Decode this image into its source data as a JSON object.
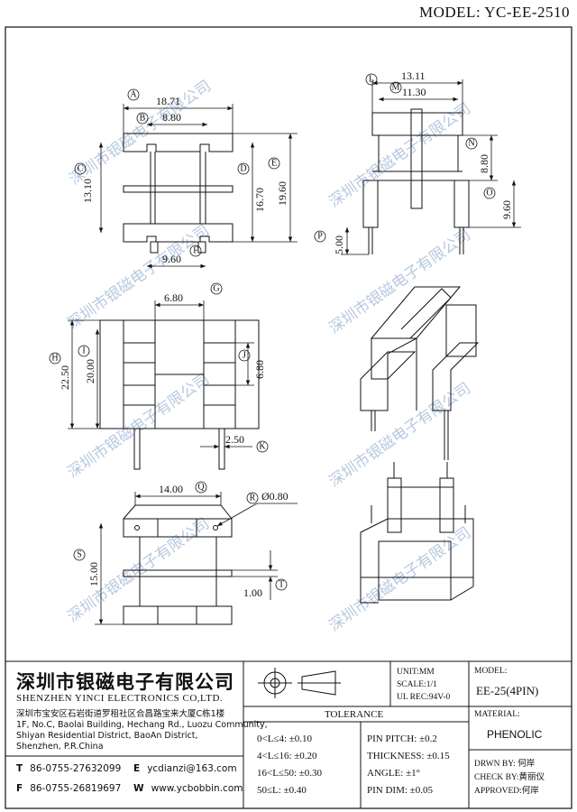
{
  "header": {
    "model_title": "MODEL: YC-EE-2510"
  },
  "watermark": {
    "text": "深圳市银磁电子有限公司"
  },
  "callouts": [
    "A",
    "B",
    "C",
    "D",
    "E",
    "F",
    "G",
    "H",
    "I",
    "J",
    "K",
    "L",
    "M",
    "N",
    "O",
    "P",
    "Q",
    "R",
    "S",
    "T"
  ],
  "dimensions": {
    "A": "18.71",
    "B": "8.80",
    "C": "13.10",
    "D": "16.70",
    "E": "19.60",
    "F": "9.60",
    "L": "13.11",
    "M": "11.30",
    "N": "8.80",
    "O": "9.60",
    "P": "5.00",
    "G": "6.80",
    "H": "22.50",
    "I": "20.00",
    "J": "6.80",
    "K": "2.50",
    "Q": "14.00",
    "R": "Ø0.80",
    "S": "15.00",
    "T": "1.00"
  },
  "company": {
    "name_cn": "深圳市银磁电子有限公司",
    "name_en": "SHENZHEN YINCI ELECTRONICS CO,LTD.",
    "address_cn": "深圳市宝安区石岩街道罗租社区合昌路宝来大厦C栋1楼",
    "address_en_1": "1F, No.C, Baolai Building, Hechang Rd., Luozu Community,",
    "address_en_2": "Shiyan Residential District, BaoAn District,",
    "address_en_3": "Shenzhen, P.R.China",
    "tel_label": "T",
    "tel": "86-0755-27632099",
    "fax_label": "F",
    "fax": "86-0755-26819697",
    "email_label": "E",
    "email": "ycdianzi@163.com",
    "web_label": "W",
    "web": "www.ycbobbin.com"
  },
  "spec": {
    "unit": "UNIT:MM",
    "scale": "SCALE:1/1",
    "ul": "UL REC:94V-0",
    "model_label": "MODEL:",
    "model_value": "EE-25(4PIN)",
    "material_label": "MATERIAL:",
    "material_value": "PHENOLIC",
    "drawn": "DRWN BY: 何岸",
    "check": "CHECK BY:黄丽仪",
    "approved": "APPROVED:何岸"
  },
  "tolerance": {
    "title": "TOLERANCE",
    "rows_left": [
      "0<L≤4: ±0.10",
      "4<L≤16: ±0.20",
      "16<L≤50: ±0.30",
      "50≤L: ±0.40"
    ],
    "rows_right": [
      "PIN PITCH: ±0.2",
      "THICKNESS: ±0.15",
      "ANGLE: ±1°",
      "PIN DIM: ±0.05"
    ]
  }
}
